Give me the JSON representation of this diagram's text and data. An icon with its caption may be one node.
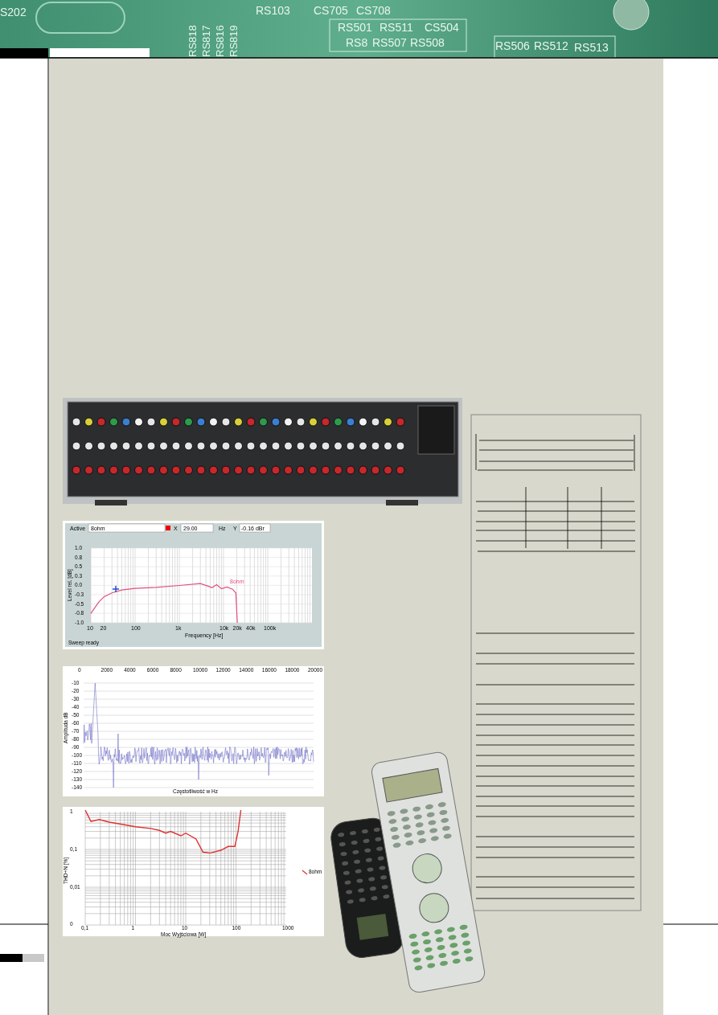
{
  "diagram": {
    "labels": [
      "S202",
      "RS818",
      "RS817",
      "RS816",
      "RS819",
      "RS103",
      "CS705",
      "CS708",
      "RS501",
      "RS511",
      "CS504",
      "RS8",
      "RS507",
      "RS508",
      "RS506",
      "RS512",
      "RS513",
      "Active",
      "8ohm",
      "X",
      "29.00",
      "Hz",
      "Y",
      "-0.16 dBr",
      "1.0",
      "0.8",
      "0.5",
      "0.3",
      "0.0",
      "-0.3",
      "-0.5",
      "-0.8",
      "-1.0",
      "Level rel. [dB]",
      "10",
      "20",
      "100",
      "1k",
      "10k",
      "20k",
      "40k",
      "100k",
      "Frequency [Hz]",
      "8ohm",
      "Sweep ready",
      "0",
      "2000",
      "4000",
      "6000",
      "8000",
      "10000",
      "12000",
      "14000",
      "16000",
      "18000",
      "20000",
      "-10",
      "-20",
      "-30",
      "-40",
      "-50",
      "-60",
      "-70",
      "-80",
      "-90",
      "-100",
      "-110",
      "-120",
      "-130",
      "-140",
      "Amplituda dB",
      "Częstotliwość w Hz",
      "1",
      "0,1",
      "0,01",
      "0",
      "0,1",
      "1",
      "10",
      "100",
      "1000",
      "THD+N [%]",
      "Moc Wyjściowa [W]"
    ],
    "legend": [
      {
        "text": "8ohm"
      }
    ]
  }
}
